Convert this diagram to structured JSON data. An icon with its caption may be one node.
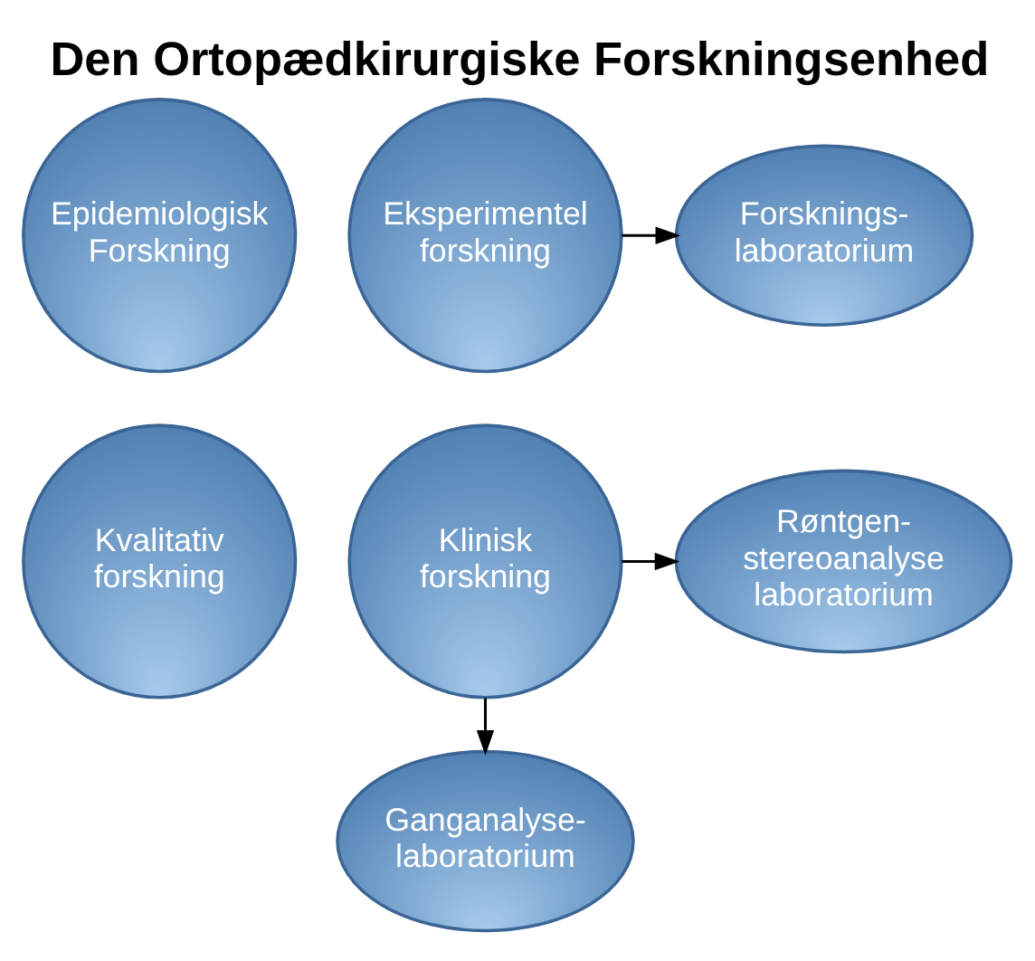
{
  "diagram": {
    "title": "Den Ortopædkirurgiske Forskningsenhed",
    "nodes": [
      {
        "text": [
          "Epidemiologisk Forskning"
        ]
      },
      {
        "text": [
          "Eksperimentel forskning"
        ]
      },
      {
        "text": [
          "Kvalitativ forskning"
        ]
      },
      {
        "text": [
          "Klinisk forskning"
        ]
      },
      {
        "text": [
          "Forsknings- laboratorium"
        ]
      },
      {
        "text": [
          "Røntgen- stereoanalyse laboratorium"
        ]
      },
      {
        "text": [
          "Ganganalyse- laboratorium"
        ]
      }
    ],
    "edges": [
      {
        "from": 1,
        "to": 4,
        "arrow": "to"
      },
      {
        "from": 3,
        "to": 5,
        "arrow": "to"
      },
      {
        "from": 3,
        "to": 6,
        "arrow": "to"
      }
    ]
  }
}
